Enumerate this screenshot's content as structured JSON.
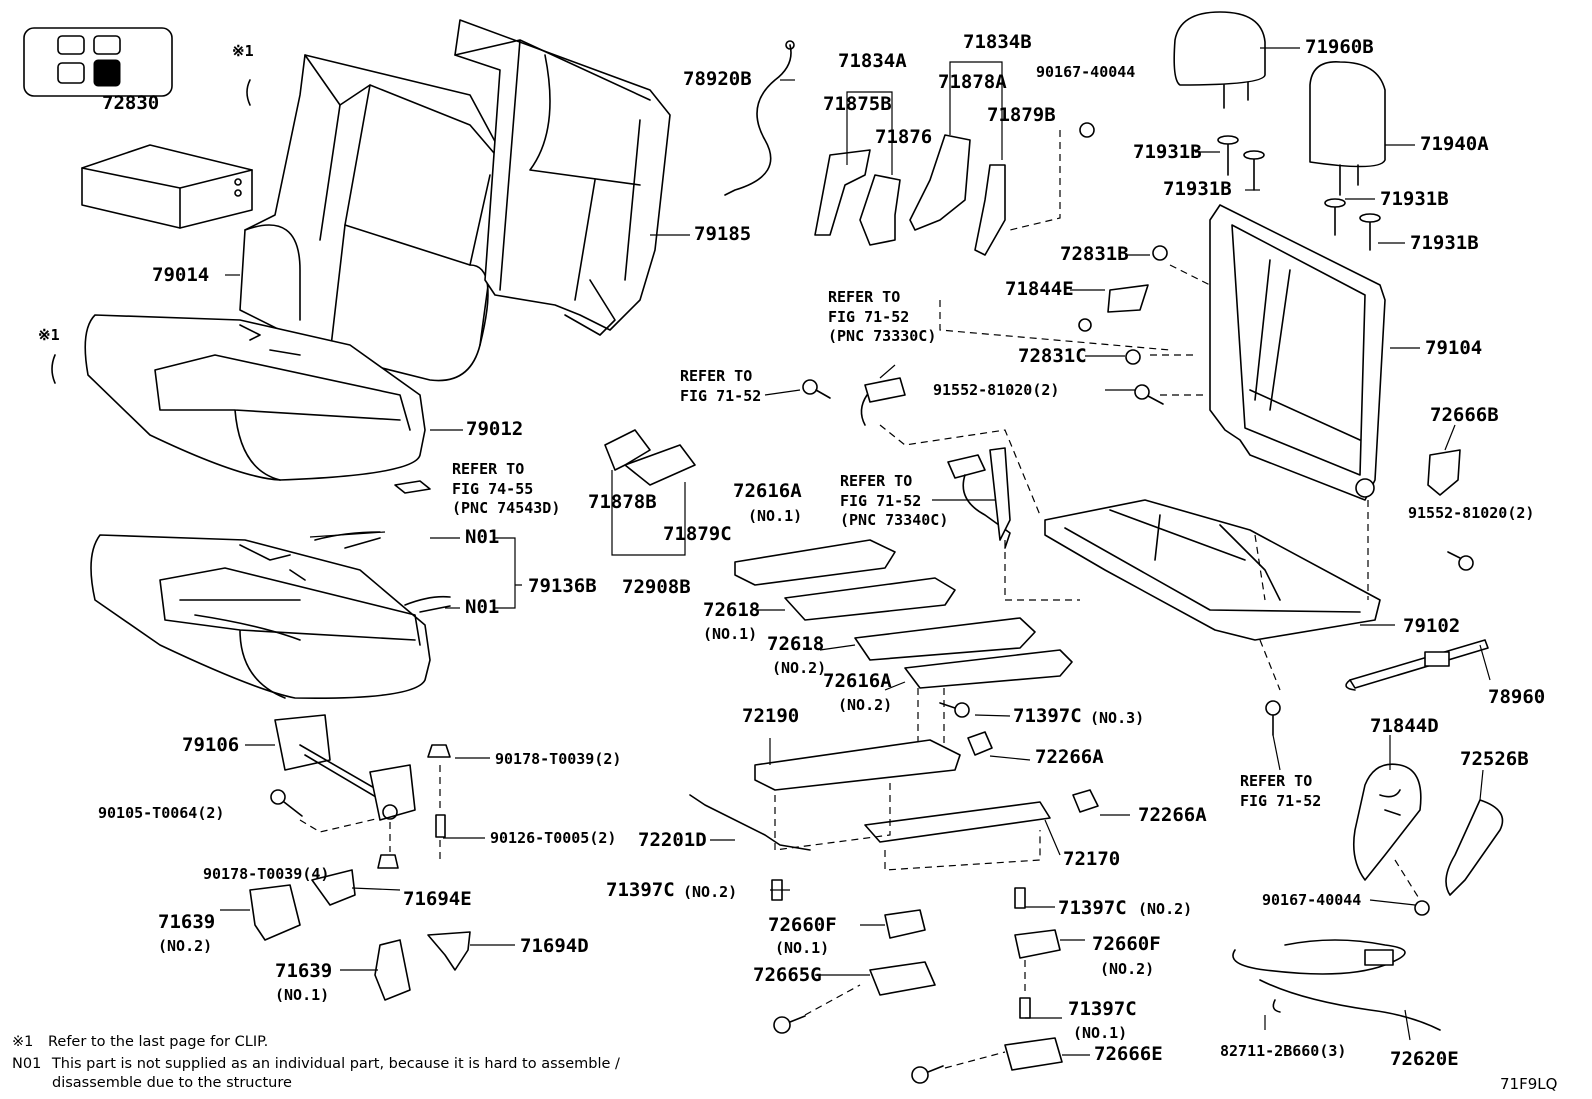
{
  "labels": {
    "p72830": "72830",
    "p79014": "79014",
    "p79012": "79012",
    "p79185": "79185",
    "p78920B": "78920B",
    "p71834A": "71834A",
    "p71834B": "71834B",
    "p71875B": "71875B",
    "p71876": "71876",
    "p71878A": "71878A",
    "p71879B": "71879B",
    "p90167_top": "90167-40044",
    "p71960B": "71960B",
    "p71940A": "71940A",
    "p71931B_1": "71931B",
    "p71931B_2": "71931B",
    "p71931B_3": "71931B",
    "p71931B_4": "71931B",
    "p72831B": "72831B",
    "p71844E": "71844E",
    "p72831C": "72831C",
    "p91552_left": "91552-81020(2)",
    "p79104": "79104",
    "p72666B": "72666B",
    "p91552_right": "91552-81020(2)",
    "p79102": "79102",
    "p78960": "78960",
    "p71844D": "71844D",
    "p72526B": "72526B",
    "p90167_bottom": "90167-40044",
    "p82711": "82711-2B660(3)",
    "p72620E": "72620E",
    "p71878B": "71878B",
    "p71879C": "71879C",
    "p72908B": "72908B",
    "p72616A_1": "72616A",
    "p72618_1": "72618",
    "p72618_2": "72618",
    "p72616A_2": "72616A",
    "p72190": "72190",
    "p71397C_3": "71397C",
    "p72266A_1": "72266A",
    "p72266A_2": "72266A",
    "p72170": "72170",
    "p72201D": "72201D",
    "p71397C_2a": "71397C",
    "p71397C_2b": "71397C",
    "p72660F_1": "72660F",
    "p72660F_2": "72660F",
    "p72665G": "72665G",
    "p71397C_1": "71397C",
    "p72666E": "72666E",
    "p79136B": "79136B",
    "pN01a": "N01",
    "pN01b": "N01",
    "p79106": "79106",
    "p90178_a": "90178-T0039(2)",
    "p90105": "90105-T0064(2)",
    "p90126": "90126-T0005(2)",
    "p90178_b": "90178-T0039(4)",
    "p71694E": "71694E",
    "p71639_2": "71639",
    "p71639_1": "71639",
    "p71694D": "71694D",
    "clip1": "※1",
    "clip2": "※1"
  },
  "qualifiers": {
    "q72616A_1": "(NO.1)",
    "q72618_1": "(NO.1)",
    "q72618_2": "(NO.2)",
    "q72616A_2": "(NO.2)",
    "q71397C_3": "(NO.3)",
    "q71397C_2a": "(NO.2)",
    "q71397C_2b": "(NO.2)",
    "q72660F_1": "(NO.1)",
    "q72660F_2": "(NO.2)",
    "q71397C_1": "(NO.1)",
    "q71639_2": "(NO.2)",
    "q71639_1": "(NO.1)"
  },
  "refs": {
    "r1_l1": "REFER TO",
    "r1_l2": "FIG 71-52",
    "r1_l3": "(PNC 73330C)",
    "r2_l1": "REFER TO",
    "r2_l2": "FIG 71-52",
    "r3_l1": "REFER TO",
    "r3_l2": "FIG 74-55",
    "r3_l3": "(PNC 74543D)",
    "r4_l1": "REFER TO",
    "r4_l2": "FIG 71-52",
    "r4_l3": "(PNC 73340C)",
    "r5_l1": "REFER TO",
    "r5_l2": "FIG 71-52"
  },
  "notes": {
    "n1_key": "※1",
    "n1_text": "Refer to the last page for CLIP.",
    "n2_key": "N01",
    "n2_text": "This part is not supplied as an individual part, because it is hard to assemble /",
    "n2_text2": "disassemble due to the structure"
  },
  "figure_code": "71F9LQ"
}
